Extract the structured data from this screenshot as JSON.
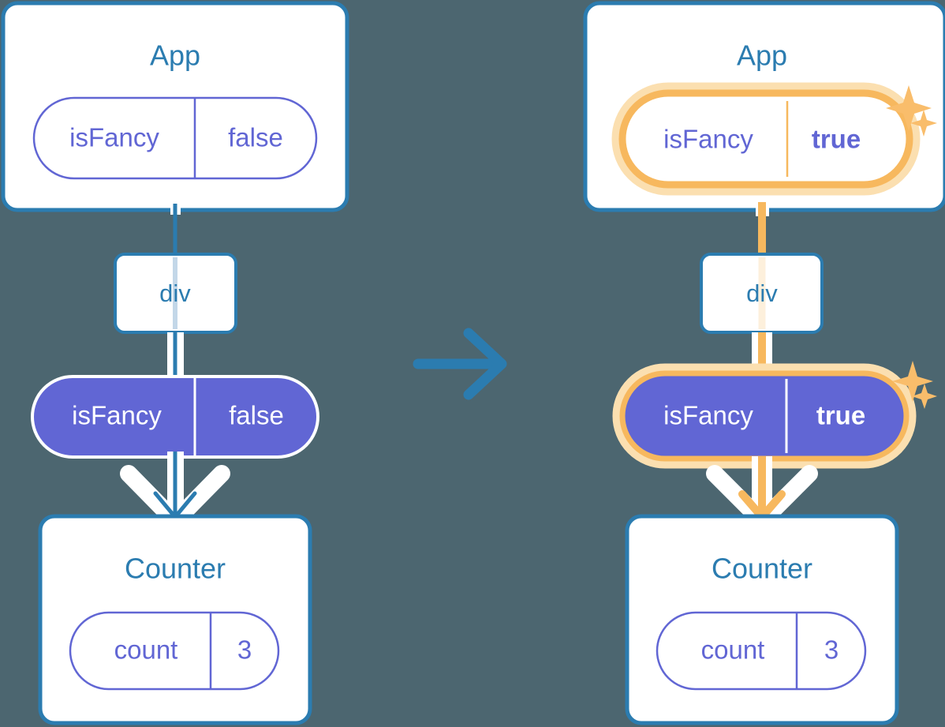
{
  "meta": {
    "background_color": "#4c6670",
    "card_border_color": "#2b7cb0",
    "card_fill_color": "#ffffff",
    "accent_purple": "#6166d4",
    "accent_purple_light": "#c9cbf0",
    "highlight_orange": "#f7b85e",
    "highlight_orange_glow": "#fbdfb0",
    "highlight_orange_pale": "#fdf0dc",
    "arrow_white": "#ffffff",
    "line_blue": "#2b7cb0",
    "line_blue_light": "#c3d7e8"
  },
  "transition_arrow": {
    "icon": "arrow-right-icon",
    "color": "#2b7cb0"
  },
  "panels": [
    {
      "id": "before",
      "app_card": {
        "title": "App",
        "state_pill": {
          "name": "isFancy",
          "value": "false",
          "style": "outline",
          "highlighted": false,
          "value_bold": false
        }
      },
      "div_node": {
        "label": "div"
      },
      "prop_pill": {
        "name": "isFancy",
        "value": "false",
        "style": "filled",
        "highlighted": false,
        "value_bold": false
      },
      "counter_card": {
        "title": "Counter",
        "state_pill": {
          "name": "count",
          "value": "3",
          "style": "outline",
          "highlighted": false,
          "value_bold": false
        }
      },
      "flow_line_color": "#2b7cb0",
      "sparkles": []
    },
    {
      "id": "after",
      "app_card": {
        "title": "App",
        "state_pill": {
          "name": "isFancy",
          "value": "true",
          "style": "outline",
          "highlighted": true,
          "value_bold": true
        }
      },
      "div_node": {
        "label": "div"
      },
      "prop_pill": {
        "name": "isFancy",
        "value": "true",
        "style": "filled",
        "highlighted": true,
        "value_bold": true
      },
      "counter_card": {
        "title": "Counter",
        "state_pill": {
          "name": "count",
          "value": "3",
          "style": "outline",
          "highlighted": false,
          "value_bold": false
        }
      },
      "flow_line_color": "#f7b85e",
      "sparkles": [
        {
          "name": "sparkle-app-pill"
        },
        {
          "name": "sparkle-prop-pill"
        }
      ]
    }
  ]
}
